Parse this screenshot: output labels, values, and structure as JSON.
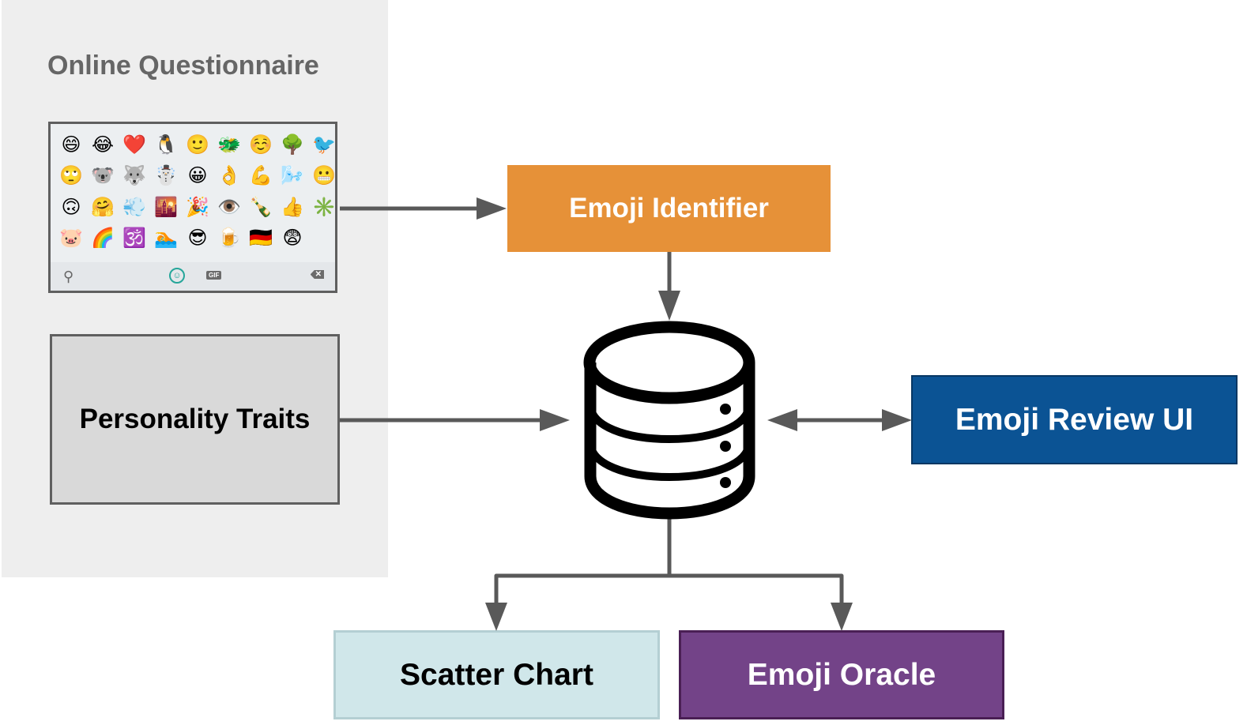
{
  "questionnaire": {
    "title": "Online Questionnaire",
    "keyboard": {
      "emojis": [
        "😄",
        "😂",
        "❤️",
        "🐧",
        "🙂",
        "🐲",
        "☺️",
        "🌳",
        "🐦",
        "🙄",
        "🐨",
        "🐺",
        "☃️",
        "😀",
        "👌",
        "💪",
        "🌬️",
        "😬",
        "🙃",
        "🤗",
        "💨",
        "🌇",
        "🎉",
        "👁️",
        "🍾",
        "👍",
        "✳️",
        "🐷",
        "🌈",
        "🕉️",
        "🏊",
        "😎",
        "🍺",
        "🇩🇪",
        "😨"
      ],
      "footer": {
        "search_icon": "⚲",
        "emoji_icon": "☺",
        "gif_label": "GIF",
        "delete_icon": "✕"
      }
    },
    "personality_box": "Personality Traits"
  },
  "nodes": {
    "emoji_identifier": "Emoji Identifier",
    "database": "database-icon",
    "emoji_review_ui": "Emoji Review UI",
    "scatter_chart": "Scatter Chart",
    "emoji_oracle": "Emoji Oracle"
  },
  "colors": {
    "panel_bg": "#eeeeee",
    "identifier": "#e69138",
    "review_ui": "#0b5394",
    "scatter_chart": "#d0e7ea",
    "oracle": "#734388",
    "traits": "#d9d9d9",
    "arrow": "#595959"
  },
  "edges": [
    {
      "from": "keyboard",
      "to": "emoji_identifier",
      "type": "directed"
    },
    {
      "from": "emoji_identifier",
      "to": "database",
      "type": "directed"
    },
    {
      "from": "personality_traits",
      "to": "database",
      "type": "directed"
    },
    {
      "from": "database",
      "to": "emoji_review_ui",
      "type": "bidirectional"
    },
    {
      "from": "database",
      "to": "scatter_chart",
      "type": "directed"
    },
    {
      "from": "database",
      "to": "emoji_oracle",
      "type": "directed"
    }
  ]
}
